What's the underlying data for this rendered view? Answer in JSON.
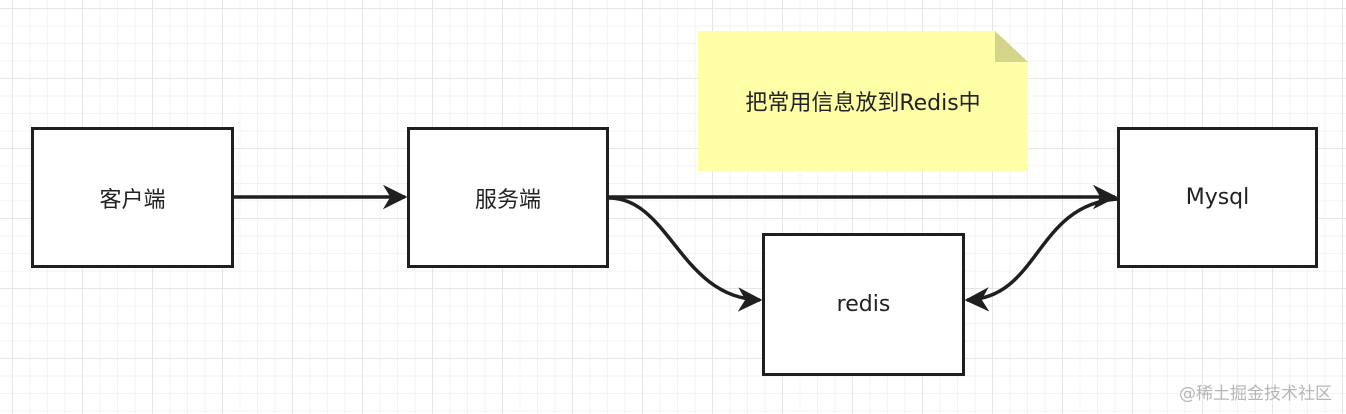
{
  "nodes": {
    "client": "客户端",
    "server": "服务端",
    "redis": "redis",
    "mysql": "Mysql"
  },
  "note": {
    "text": "把常用信息放到Redis中",
    "color": "#ffffa8"
  },
  "edges": [
    {
      "from": "client",
      "to": "server"
    },
    {
      "from": "server",
      "to": "mysql"
    },
    {
      "from": "server",
      "to": "redis"
    },
    {
      "from": "mysql",
      "to": "redis"
    }
  ],
  "watermark": "@稀土掘金技术社区",
  "colors": {
    "stroke": "#1f1f1f",
    "grid": "#e6e6e6"
  }
}
